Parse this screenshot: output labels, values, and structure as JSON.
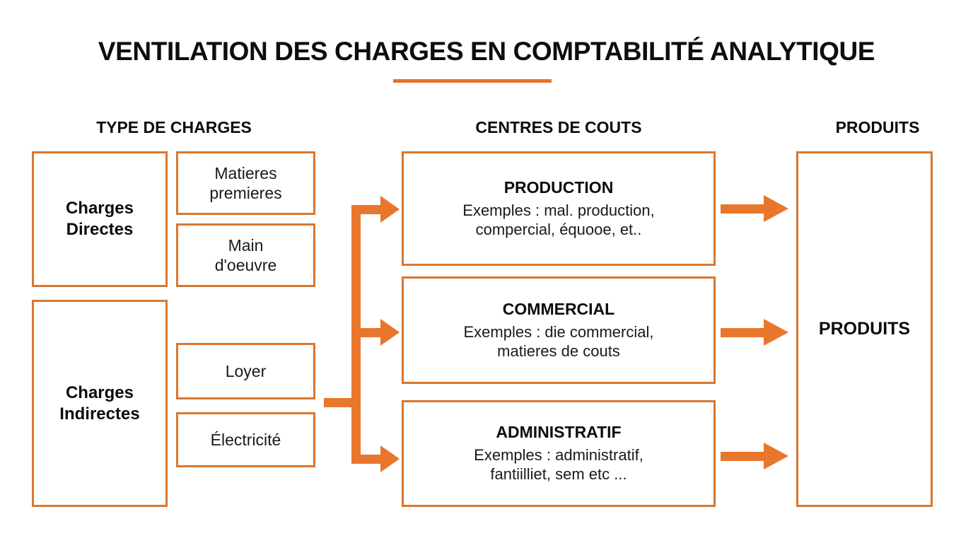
{
  "title": "VENTILATION DES CHARGES EN COMPTABILITÉ ANALYTIQUE",
  "colors": {
    "accent": "#E8762C",
    "border": "#D9772F",
    "text": "#111111",
    "background": "#FFFFFF"
  },
  "columns": {
    "left_heading": "TYPE DE CHARGES",
    "center_heading": "CENTRES DE COUTS",
    "right_heading": "PRODUITS"
  },
  "charge_types": [
    {
      "label_line1": "Charges",
      "label_line2": "Directes",
      "items": [
        {
          "line1": "Matieres",
          "line2": "premieres"
        },
        {
          "line1": "Main",
          "line2": "d'oeuvre"
        }
      ]
    },
    {
      "label_line1": "Charges",
      "label_line2": "Indirectes",
      "items": [
        {
          "line1": "Loyer",
          "line2": ""
        },
        {
          "line1": "Électricité",
          "line2": ""
        }
      ]
    }
  ],
  "cost_centers": [
    {
      "name": "PRODUCTION",
      "examples_line1": "Exemples : mal. production,",
      "examples_line2": "compercial, équooe, et.."
    },
    {
      "name": "COMMERCIAL",
      "examples_line1": "Exemples : die commercial,",
      "examples_line2": "matieres de couts"
    },
    {
      "name": "ADMINISTRATIF",
      "examples_line1": "Exemples : administratif,",
      "examples_line2": "fantiilliet, sem etc ..."
    }
  ],
  "products": {
    "label": "PRODUITS"
  }
}
